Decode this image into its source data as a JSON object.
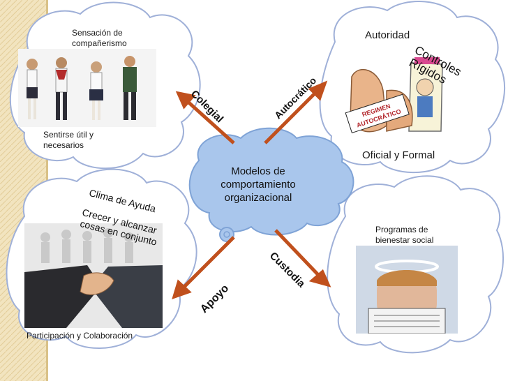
{
  "center": {
    "line1": "Modelos de",
    "line2": "comportamiento",
    "line3": "organizacional"
  },
  "models": {
    "colegial": "Colegial",
    "autocratico": "Autocrático",
    "apoyo": "Apoyo",
    "custodia": "Custodia"
  },
  "top_left": {
    "title_line1": "Sensación de",
    "title_line2": "compañerismo",
    "caption_line1": "Sentirse útil y",
    "caption_line2": "necesarios"
  },
  "top_right": {
    "title": "Autoridad",
    "controles": "Controles",
    "rigidos": "Rígidos",
    "caption": "Oficial y Formal",
    "sign_line1": "REGIMEN",
    "sign_line2": "AUTOCRÁTICO"
  },
  "bottom_left": {
    "clima": "Clima de Ayuda",
    "crecer": "Crecer    y alcanzar",
    "cosas": "cosas en conjunto",
    "caption": "Participación y Colaboración"
  },
  "bottom_right": {
    "title_line1": "Programas de",
    "title_line2": "bienestar social"
  },
  "colors": {
    "cloud_fill": "#ffffff",
    "cloud_stroke": "#9fb0d8",
    "center_fill": "#a9c6ec",
    "arrow": "#c0501d",
    "stripe": "#efe0b8"
  }
}
